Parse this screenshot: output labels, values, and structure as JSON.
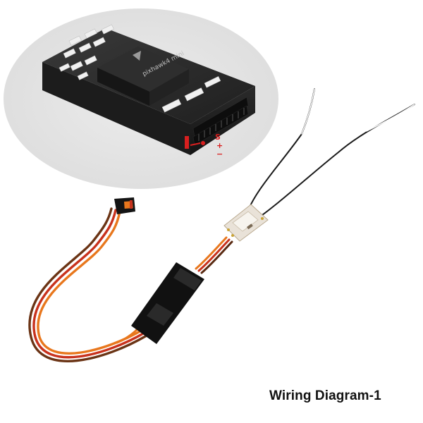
{
  "caption": "Wiring Diagram-1",
  "pin_labels": {
    "signal": "S",
    "positive": "+",
    "negative": "−"
  },
  "board_text": "pixhawk4 mini",
  "colors": {
    "backdrop": "#e4e4e4",
    "board": "#2a2a2a",
    "pin_highlight": "#d91f1f",
    "wire_orange": "#e8771d",
    "wire_red": "#c8321d",
    "wire_brown": "#5a2a12",
    "antenna_black": "#1a1a1a"
  }
}
